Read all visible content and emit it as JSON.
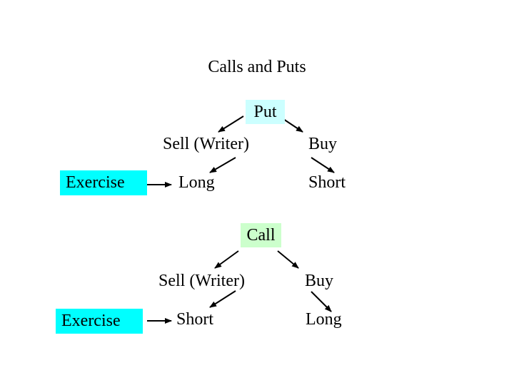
{
  "slide": {
    "title": "Calls and Puts",
    "background_color": "#ffffff",
    "text_color": "#000000"
  },
  "put_tree": {
    "root": {
      "label": "Put",
      "highlight_color": "#ccffff"
    },
    "sell_branch": "Sell (Writer)",
    "buy_branch": "Buy",
    "sell_result": "Long",
    "buy_result": "Short",
    "exercise": {
      "label": "Exercise",
      "highlight_color": "#00ffff"
    }
  },
  "call_tree": {
    "root": {
      "label": "Call",
      "highlight_color": "#ccffcc"
    },
    "sell_branch": "Sell (Writer)",
    "buy_branch": "Buy",
    "sell_result": "Short",
    "buy_result": "Long",
    "exercise": {
      "label": "Exercise",
      "highlight_color": "#00ffff"
    }
  },
  "edges": [
    {
      "from": "Put",
      "to": "Sell (Writer)"
    },
    {
      "from": "Put",
      "to": "Buy"
    },
    {
      "from": "Sell (Writer)",
      "to": "Long"
    },
    {
      "from": "Buy",
      "to": "Short"
    },
    {
      "from": "Exercise",
      "to": "Long"
    },
    {
      "from": "Call",
      "to": "Sell (Writer)"
    },
    {
      "from": "Call",
      "to": "Buy"
    },
    {
      "from": "Sell (Writer)",
      "to": "Short"
    },
    {
      "from": "Buy",
      "to": "Long"
    },
    {
      "from": "Exercise",
      "to": "Short"
    }
  ]
}
